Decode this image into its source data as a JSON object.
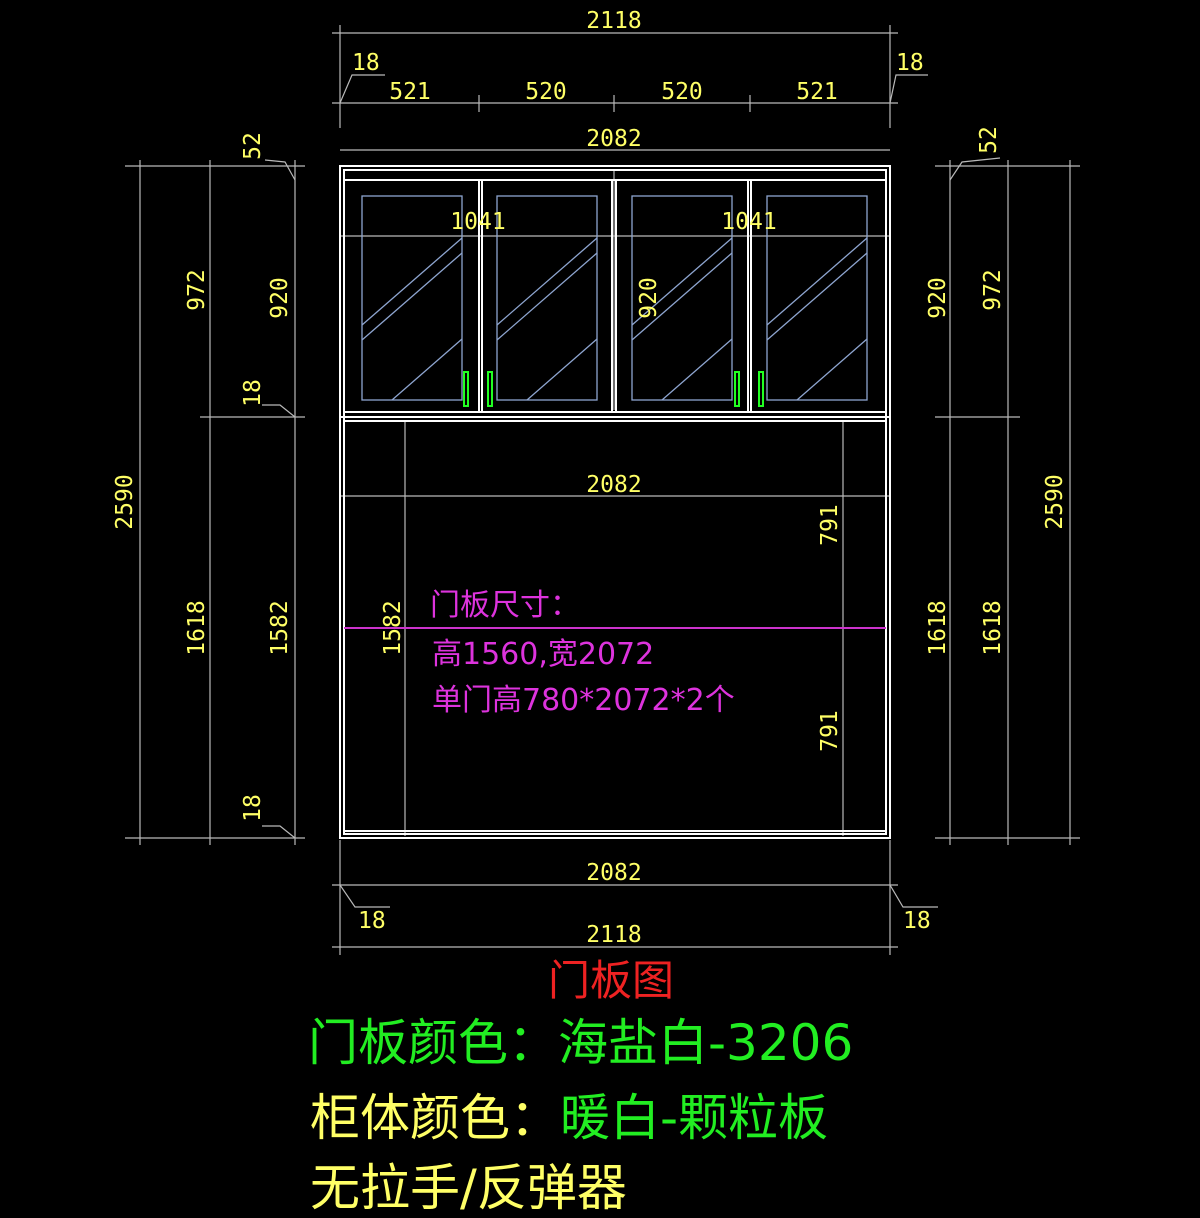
{
  "dimensions": {
    "top_overall": "2118",
    "top_side_left": "18",
    "top_side_right": "18",
    "top_segments": [
      "521",
      "520",
      "520",
      "521"
    ],
    "top_inner": "2082",
    "upper_pair_left": "1041",
    "upper_pair_right": "1041",
    "upper_mid_height": "920",
    "left_total": "2590",
    "left_upper": "972",
    "left_lower": "1618",
    "left_top_rail": "52",
    "left_mid_rail": "18",
    "left_bottom_rail": "18",
    "left_inner_upper": "920",
    "left_inner_lower": "1582",
    "inner_lower_width": "2082",
    "inner_lower_height": "1582",
    "door_top": "791",
    "door_bottom": "791",
    "right_top_rail": "52",
    "right_inner_upper": "920",
    "right_upper": "972",
    "right_total": "2590",
    "right_inner_lower": "1618",
    "right_lower": "1618",
    "bottom_inner": "2082",
    "bottom_side_left": "18",
    "bottom_side_right": "18",
    "bottom_overall": "2118"
  },
  "note": {
    "line1": "门板尺寸：",
    "line2": "高1560,宽2072",
    "line3": "单门高780*2072*2个"
  },
  "title": "门板图",
  "specs": {
    "door_color_label": "门板颜色：",
    "door_color_value": "海盐白-3206",
    "cabinet_color_label": "柜体颜色：",
    "cabinet_color_value": "暖白-颗粒板",
    "hardware": "无拉手/反弹器"
  },
  "colors": {
    "background": "#000000",
    "dimension_text": "#ffff66",
    "note_text": "#dd33dd",
    "title_text": "#ee2222",
    "highlight_green": "#22ee22"
  }
}
